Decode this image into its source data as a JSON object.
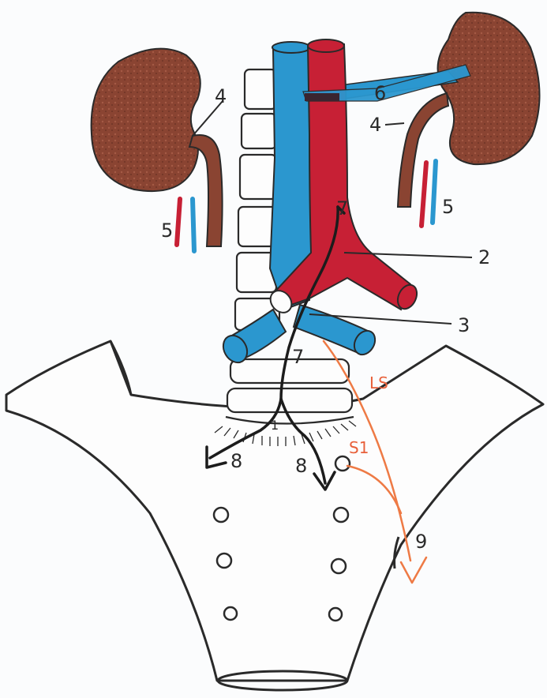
{
  "colors": {
    "kidney": "#8a4432",
    "kidney_shade": "#b06a55",
    "vena_cava": "#2b97cf",
    "aorta": "#c72035",
    "ink": "#2a2a2a",
    "nerve": "#ee7a45",
    "paper": "#fbfcfd"
  },
  "labels": {
    "l1": "1",
    "l2": "2",
    "l3": "3",
    "l4_left": "4",
    "l4_right": "4",
    "l5_left": "5",
    "l5_right": "5",
    "l6": "6",
    "l7_top": "7",
    "l7_bottom": "7",
    "l8_left": "8",
    "l8_right": "8",
    "l9": "9",
    "ls": "LS",
    "s1": "S1"
  }
}
